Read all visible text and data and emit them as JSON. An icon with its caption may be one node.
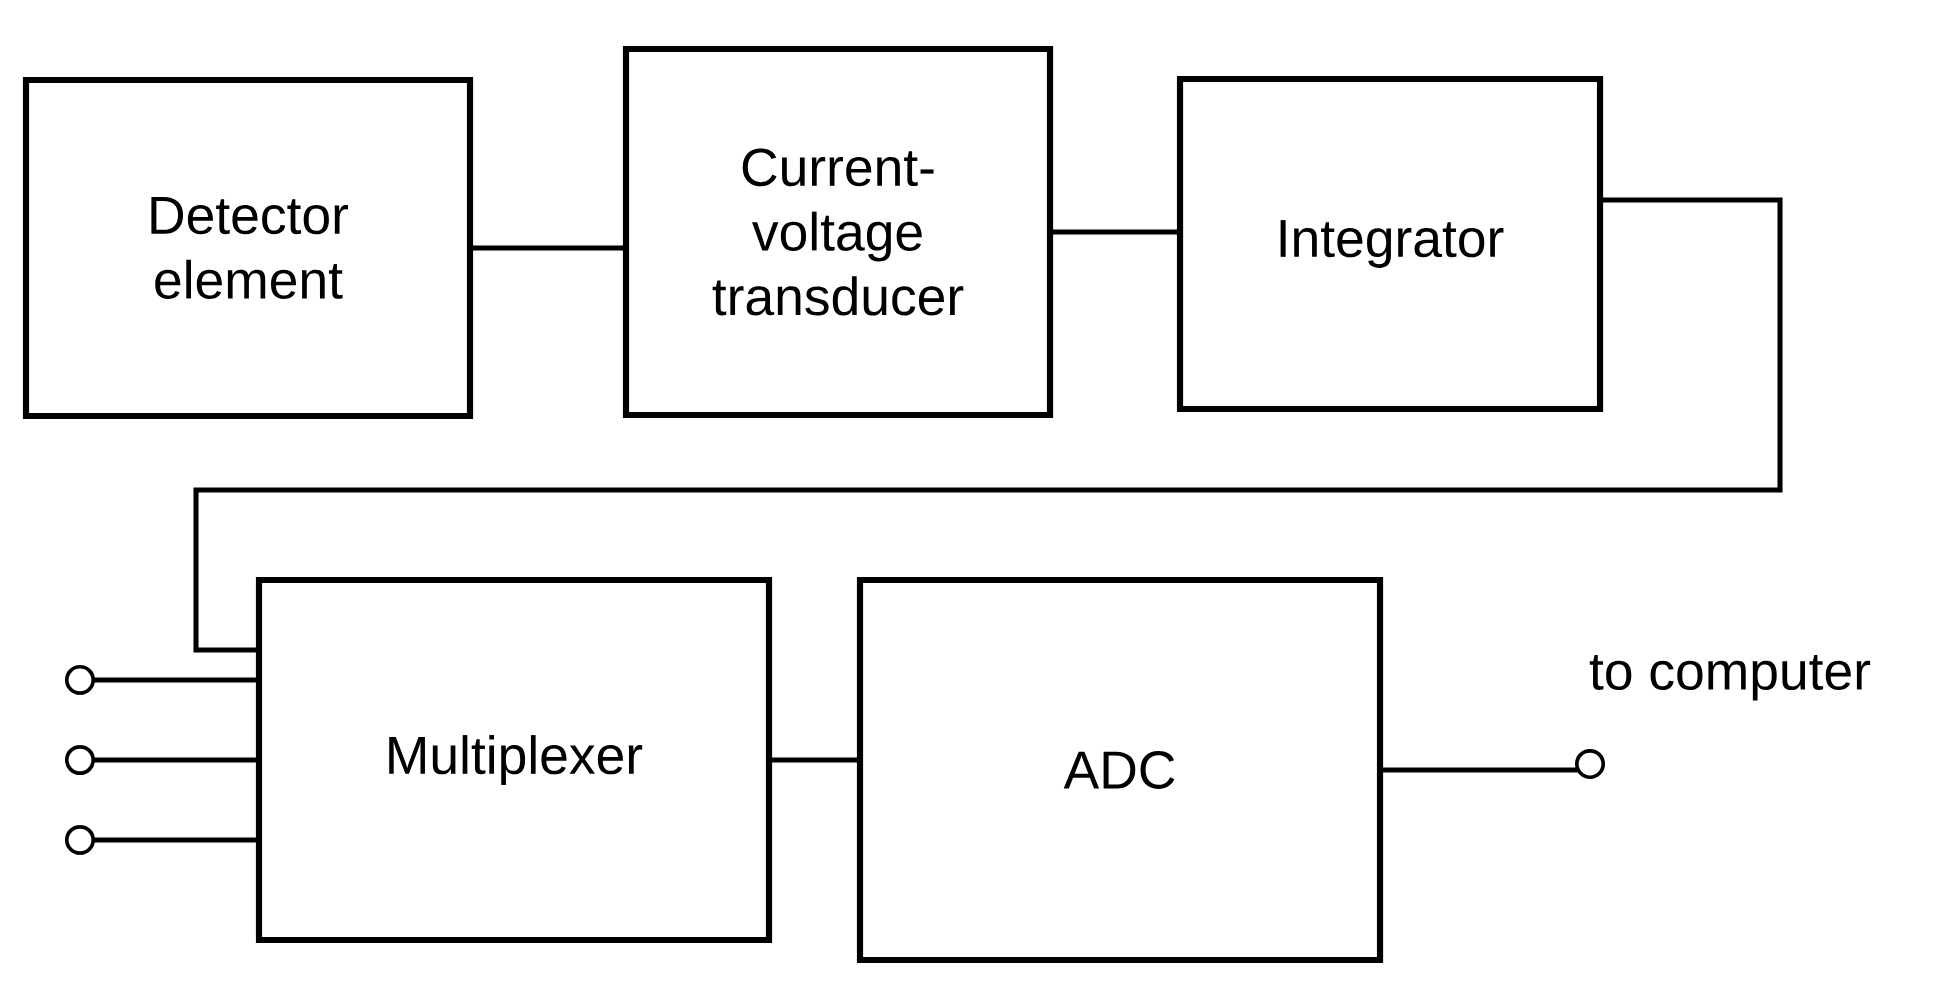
{
  "diagram": {
    "nodes": [
      {
        "text": [
          "Detector element"
        ]
      },
      {
        "text": [
          "Current-voltage transducer"
        ]
      },
      {
        "text": [
          "Integrator"
        ]
      },
      {
        "text": [
          "Multiplexer"
        ]
      },
      {
        "text": [
          "ADC"
        ]
      },
      {
        "text": [],
        "shape": "circle"
      },
      {
        "text": [],
        "shape": "circle"
      },
      {
        "text": [],
        "shape": "circle"
      },
      {
        "text": [],
        "shape": "circle",
        "beside": [
          "to computer"
        ]
      }
    ],
    "edges": [
      {
        "from": 0,
        "to": 1,
        "arrow": "none"
      },
      {
        "from": 1,
        "to": 2,
        "arrow": "none"
      },
      {
        "from": 2,
        "to": 3,
        "arrow": "none"
      },
      {
        "from": 5,
        "to": 3,
        "arrow": "none"
      },
      {
        "from": 6,
        "to": 3,
        "arrow": "none"
      },
      {
        "from": 7,
        "to": 3,
        "arrow": "none"
      },
      {
        "from": 3,
        "to": 4,
        "arrow": "none"
      },
      {
        "from": 4,
        "to": 8,
        "arrow": "none"
      }
    ]
  }
}
